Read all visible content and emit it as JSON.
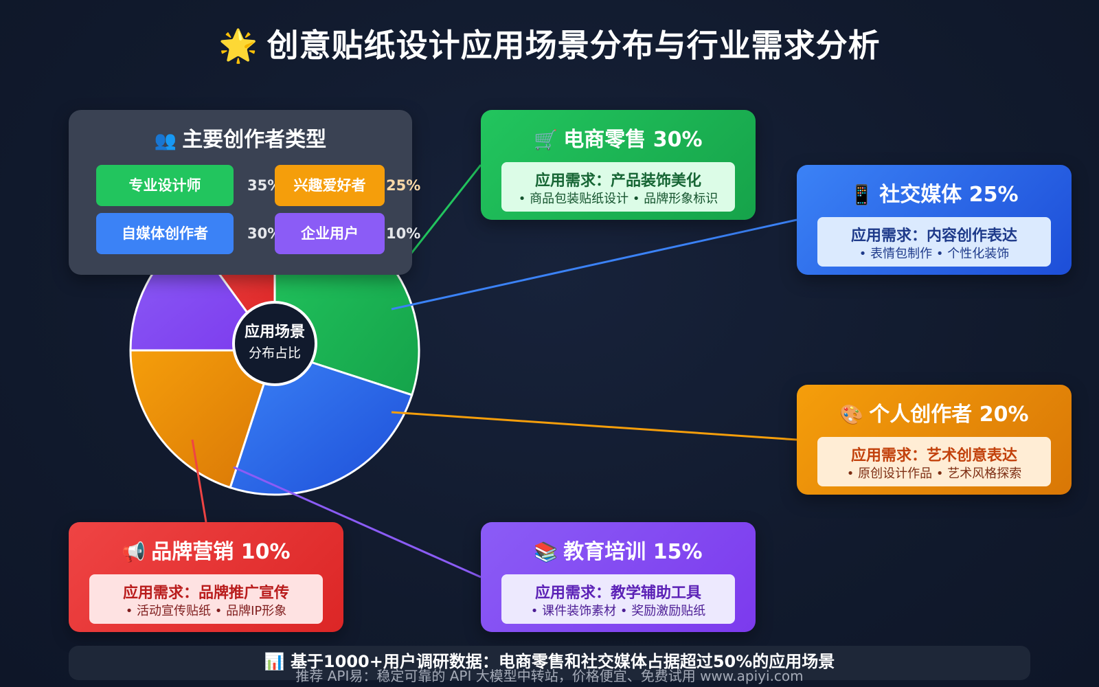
{
  "header": {
    "icon": "🌟",
    "title": "创意贴纸设计应用场景分布与行业需求分析"
  },
  "chart_data": {
    "type": "pie",
    "title": "创意贴纸设计应用场景分布与行业需求分析",
    "center_label_line1": "应用场景",
    "center_label_line2": "分布占比",
    "slices": [
      {
        "name": "电商零售",
        "value": 30,
        "color": "#22c55e"
      },
      {
        "name": "社交媒体",
        "value": 25,
        "color": "#3b82f6"
      },
      {
        "name": "个人创作者",
        "value": 20,
        "color": "#f59e0b"
      },
      {
        "name": "教育培训",
        "value": 15,
        "color": "#8b5cf6"
      },
      {
        "name": "品牌营销",
        "value": 10,
        "color": "#ef4444"
      }
    ]
  },
  "cards": {
    "ecom": {
      "icon": "🛒",
      "title": "电商零售 30%",
      "need": "应用需求：产品装饰美化",
      "items": "• 商品包装贴纸设计 • 品牌形象标识"
    },
    "social": {
      "icon": "📱",
      "title": "社交媒体 25%",
      "need": "应用需求：内容创作表达",
      "items": "• 表情包制作 • 个性化装饰"
    },
    "indiv": {
      "icon": "🎨",
      "title": "个人创作者 20%",
      "need": "应用需求：艺术创意表达",
      "items": "• 原创设计作品 • 艺术风格探索"
    },
    "edu": {
      "icon": "📚",
      "title": "教育培训 15%",
      "need": "应用需求：教学辅助工具",
      "items": "• 课件装饰素材 • 奖励激励贴纸"
    },
    "brand": {
      "icon": "📢",
      "title": "品牌营销 10%",
      "need": "应用需求：品牌推广宣传",
      "items": "• 活动宣传贴纸 • 品牌IP形象"
    }
  },
  "creators": {
    "icon": "👥",
    "title": "主要创作者类型",
    "list": [
      {
        "label": "专业设计师",
        "pct": "35%",
        "color": "#22c55e"
      },
      {
        "label": "兴趣爱好者",
        "pct": "25%",
        "color": "#f59e0b"
      },
      {
        "label": "自媒体创作者",
        "pct": "30%",
        "color": "#3b82f6"
      },
      {
        "label": "企业用户",
        "pct": "10%",
        "color": "#8b5cf6"
      }
    ]
  },
  "footer": {
    "icon": "📊",
    "text": "基于1000+用户调研数据：电商零售和社交媒体占据超过50%的应用场景",
    "watermark": "推荐 API易：稳定可靠的 API 大模型中转站，价格便宜、免费试用 www.apiyi.com"
  }
}
